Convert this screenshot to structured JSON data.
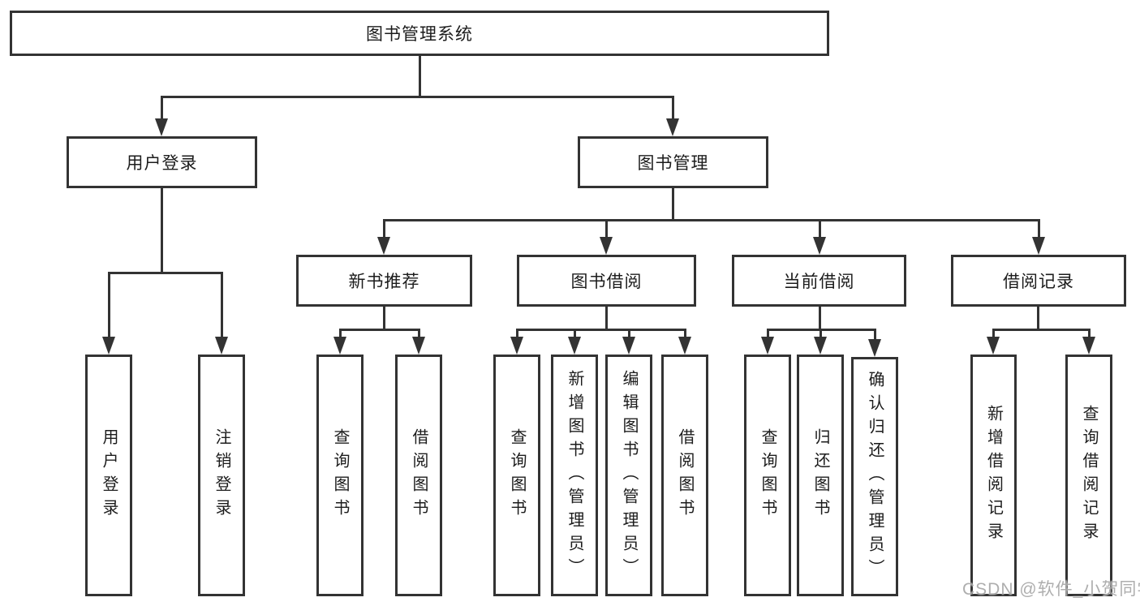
{
  "diagram": {
    "nodes": {
      "root": {
        "label": "图书管理系统"
      },
      "user_login": {
        "label": "用户登录"
      },
      "book_mgmt": {
        "label": "图书管理"
      },
      "new_books": {
        "label": "新书推荐"
      },
      "book_borrow": {
        "label": "图书借阅"
      },
      "current_borrow": {
        "label": "当前借阅"
      },
      "borrow_records": {
        "label": "借阅记录"
      },
      "leaf_user_login": {
        "label": "用户登录"
      },
      "leaf_logout": {
        "label": "注销登录"
      },
      "leaf_nb_query": {
        "label": "查询图书"
      },
      "leaf_nb_borrow": {
        "label": "借阅图书"
      },
      "leaf_bb_query": {
        "label": "查询图书"
      },
      "leaf_bb_add": {
        "label": "新增图书（管理员）"
      },
      "leaf_bb_edit": {
        "label": "编辑图书（管理员）"
      },
      "leaf_bb_borrow": {
        "label": "借阅图书"
      },
      "leaf_cb_query": {
        "label": "查询图书"
      },
      "leaf_cb_return": {
        "label": "归还图书"
      },
      "leaf_cb_confirm": {
        "label": "确认归还（管理员）"
      },
      "leaf_br_add": {
        "label": "新增借阅记录"
      },
      "leaf_br_query": {
        "label": "查询借阅记录"
      }
    }
  },
  "watermark": {
    "text": "CSDN @软件_小贺同学"
  },
  "colors": {
    "line": "#333333",
    "border": "#333333",
    "text": "#1c1c1c",
    "background": "#ffffff",
    "watermark": "#a0a0a0"
  }
}
